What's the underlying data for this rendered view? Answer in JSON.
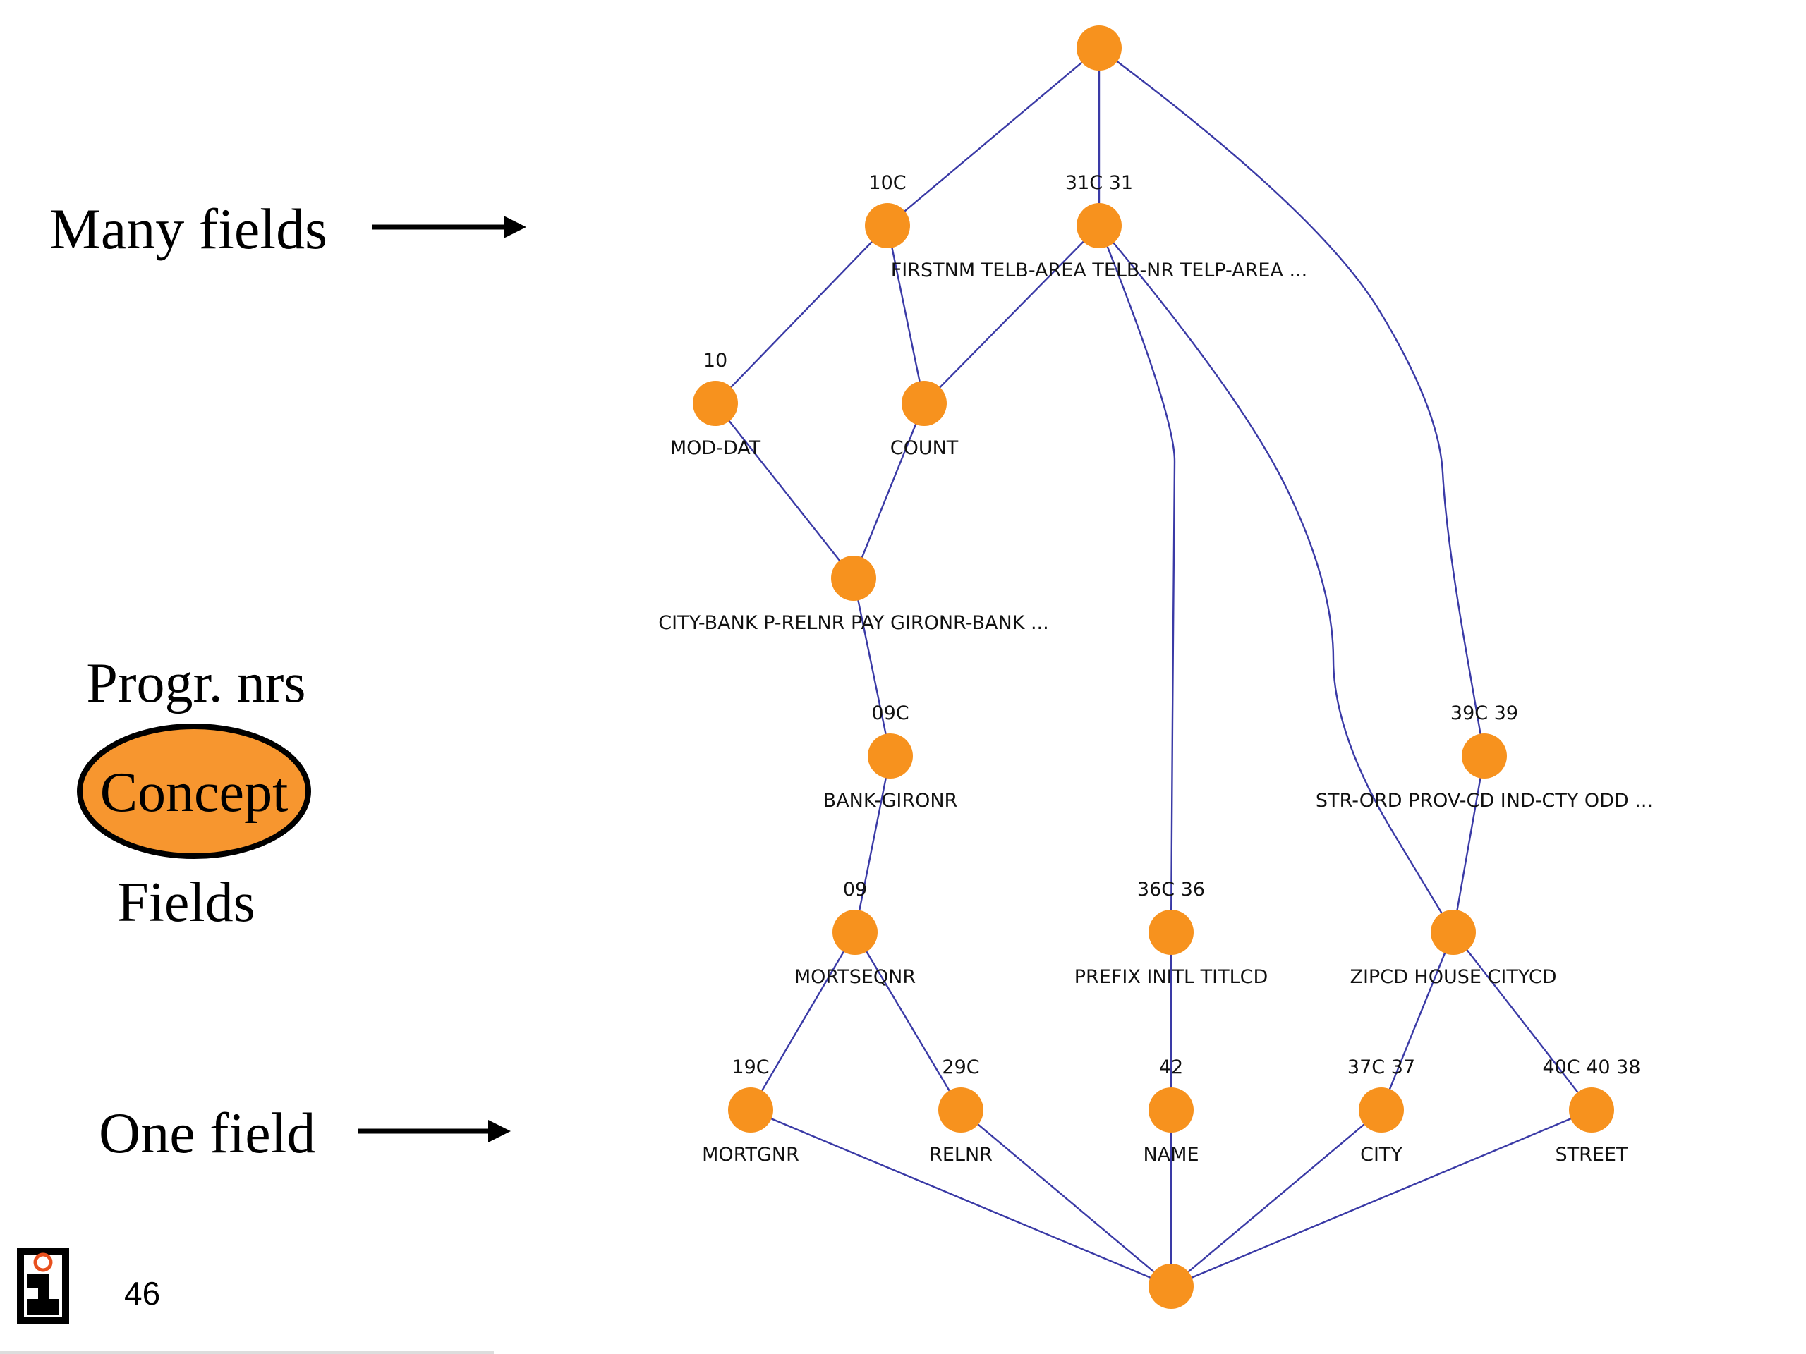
{
  "legend": {
    "many_fields": "Many fields",
    "progr_nrs": "Progr. nrs",
    "concept": "Concept",
    "fields": "Fields",
    "one_field": "One field"
  },
  "page_number": "46",
  "colors": {
    "node": "#f7921e",
    "edge": "#3a3aa6",
    "legend_fill": "#f7962f"
  },
  "nodes": [
    {
      "id": "top",
      "top_label": "",
      "bottom_label": ""
    },
    {
      "id": "n10C",
      "top_label": "10C",
      "bottom_label": ""
    },
    {
      "id": "n31",
      "top_label": "31C 31",
      "bottom_label": "FIRSTNM TELB-AREA TELB-NR TELP-AREA  ..."
    },
    {
      "id": "n10",
      "top_label": "10",
      "bottom_label": "MOD-DAT"
    },
    {
      "id": "nCount",
      "top_label": "",
      "bottom_label": "COUNT"
    },
    {
      "id": "nCityBank",
      "top_label": "",
      "bottom_label": "CITY-BANK P-RELNR PAY GIRONR-BANK  ..."
    },
    {
      "id": "n09C",
      "top_label": "09C",
      "bottom_label": "BANK-GIRONR"
    },
    {
      "id": "n39",
      "top_label": "39C 39",
      "bottom_label": "STR-ORD PROV-CD IND-CTY ODD  ..."
    },
    {
      "id": "n09",
      "top_label": "09",
      "bottom_label": "MORTSEQNR"
    },
    {
      "id": "n36",
      "top_label": "36C 36",
      "bottom_label": "PREFIX INITL TITLCD"
    },
    {
      "id": "nZip",
      "top_label": "",
      "bottom_label": "ZIPCD HOUSE CITYCD"
    },
    {
      "id": "n19C",
      "top_label": "19C",
      "bottom_label": "MORTGNR"
    },
    {
      "id": "n29C",
      "top_label": "29C",
      "bottom_label": "RELNR"
    },
    {
      "id": "n42",
      "top_label": "42",
      "bottom_label": "NAME"
    },
    {
      "id": "n37",
      "top_label": "37C 37",
      "bottom_label": "CITY"
    },
    {
      "id": "n40",
      "top_label": "40C 40 38",
      "bottom_label": "STREET"
    },
    {
      "id": "bottom",
      "top_label": "",
      "bottom_label": ""
    }
  ],
  "edges": [
    [
      "top",
      "n10C"
    ],
    [
      "top",
      "n31"
    ],
    [
      "top",
      "n39"
    ],
    [
      "n10C",
      "n10"
    ],
    [
      "n10C",
      "nCount"
    ],
    [
      "n31",
      "nCount"
    ],
    [
      "n31",
      "n36"
    ],
    [
      "n31",
      "nZip"
    ],
    [
      "n10",
      "nCityBank"
    ],
    [
      "nCount",
      "nCityBank"
    ],
    [
      "nCityBank",
      "n09C"
    ],
    [
      "n09C",
      "n09"
    ],
    [
      "n09",
      "n19C"
    ],
    [
      "n09",
      "n29C"
    ],
    [
      "n36",
      "n42"
    ],
    [
      "n39",
      "nZip"
    ],
    [
      "nZip",
      "n37"
    ],
    [
      "nZip",
      "n40"
    ],
    [
      "n19C",
      "bottom"
    ],
    [
      "n29C",
      "bottom"
    ],
    [
      "n42",
      "bottom"
    ],
    [
      "n37",
      "bottom"
    ],
    [
      "n40",
      "bottom"
    ]
  ]
}
